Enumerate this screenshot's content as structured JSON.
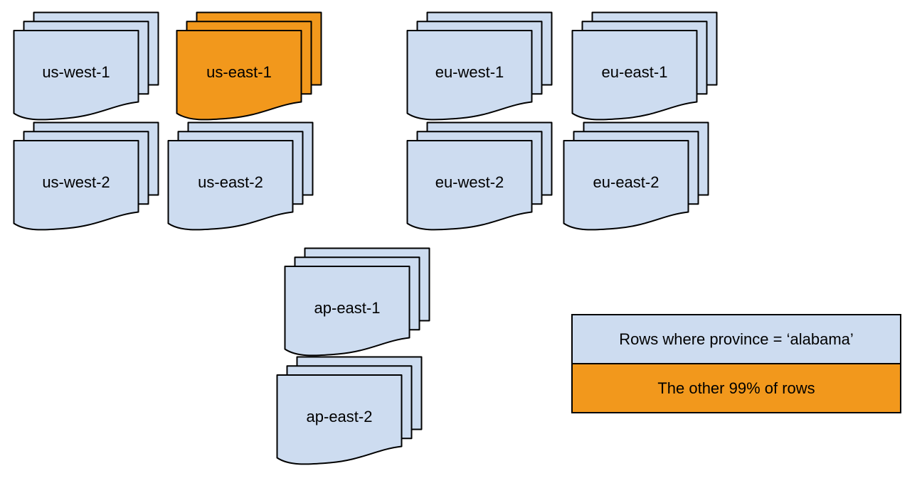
{
  "palette": {
    "region_blue": "#cddcf0",
    "region_orange": "#f2981c",
    "outline": "#000000",
    "text": "#000000"
  },
  "stacks": [
    {
      "label": "us-west-1",
      "color": "blue"
    },
    {
      "label": "us-east-1",
      "color": "orange"
    },
    {
      "label": "eu-west-1",
      "color": "blue"
    },
    {
      "label": "eu-east-1",
      "color": "blue"
    },
    {
      "label": "us-west-2",
      "color": "blue"
    },
    {
      "label": "us-east-2",
      "color": "blue"
    },
    {
      "label": "eu-west-2",
      "color": "blue"
    },
    {
      "label": "eu-east-2",
      "color": "blue"
    },
    {
      "label": "ap-east-1",
      "color": "blue"
    },
    {
      "label": "ap-east-2",
      "color": "blue"
    }
  ],
  "legend": {
    "items": [
      {
        "label": "Rows where province = ‘alabama’",
        "color": "#cddcf0"
      },
      {
        "label": "The other 99% of rows",
        "color": "#f2981c"
      }
    ]
  }
}
